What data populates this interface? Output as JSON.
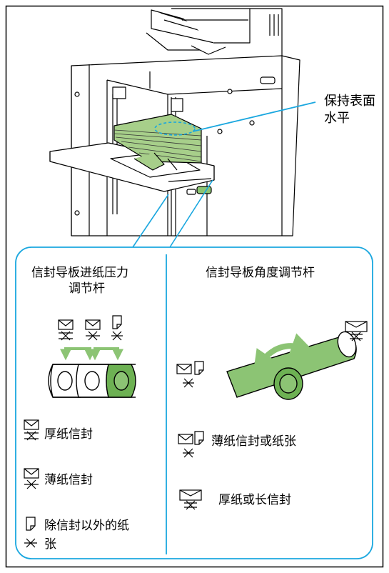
{
  "callout": {
    "line1": "保持表面",
    "line2": "水平"
  },
  "left_panel": {
    "title_line1": "信封导板进纸压力",
    "title_line2": "调节杆",
    "legend": [
      {
        "icon": "thick-envelope-icon",
        "text": "厚纸信封"
      },
      {
        "icon": "thin-envelope-icon",
        "text": "薄纸信封"
      },
      {
        "icon": "plain-paper-icon",
        "text_line1": "除信封以外的纸",
        "text_line2": "张"
      }
    ]
  },
  "right_panel": {
    "title": "信封导板角度调节杆",
    "legend": [
      {
        "icon": "thin-envelope-paper-icon",
        "text": "薄纸信封或纸张"
      },
      {
        "icon": "thick-envelope-icon",
        "text": "厚纸或长信封"
      }
    ]
  },
  "colors": {
    "accent_blue": "#1aa7df",
    "lever_green": "#8cc474",
    "lever_green_dark": "#6db153",
    "stack_green": "#a7cf8a"
  }
}
